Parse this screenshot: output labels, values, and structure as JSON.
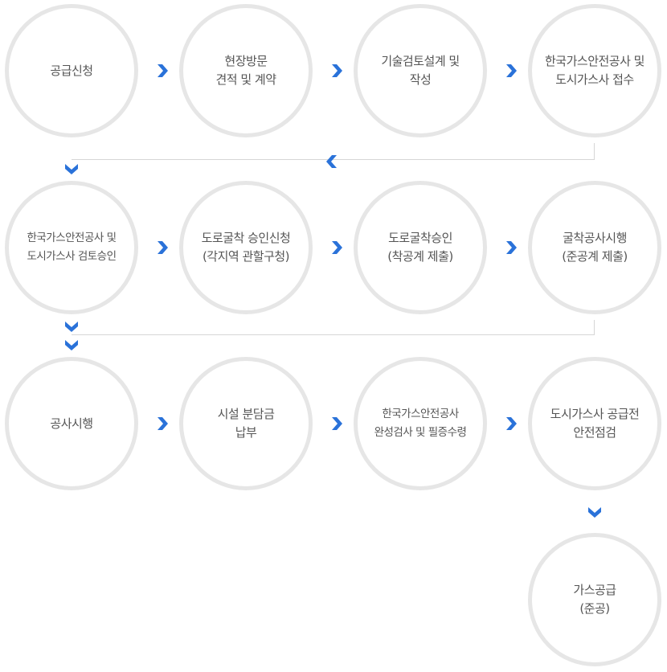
{
  "steps": [
    {
      "label": "공급신청"
    },
    {
      "label": "현장방문\n견적 및 계약"
    },
    {
      "label": "기술검토설계 및\n작성"
    },
    {
      "label": "한국가스안전공사 및\n도시가스사 접수"
    },
    {
      "label": "한국가스안전공사 및\n도시가스사 검토승인"
    },
    {
      "label": "도로굴착 승인신청\n(각지역 관할구청)"
    },
    {
      "label": "도로굴착승인\n(착공계 제출)"
    },
    {
      "label": "굴착공사시행\n(준공계 제출)"
    },
    {
      "label": "공사시행"
    },
    {
      "label": "시설 분담금\n납부"
    },
    {
      "label": "한국가스안전공사\n완성검사 및 필증수령"
    },
    {
      "label": "도시가스사 공급전\n안전점검"
    },
    {
      "label": "가스공급\n(준공)"
    }
  ],
  "colors": {
    "arrow": "#2a72d9",
    "circle_border": "#e6e6e6",
    "text": "#555555",
    "connector": "#d6d6d6"
  }
}
